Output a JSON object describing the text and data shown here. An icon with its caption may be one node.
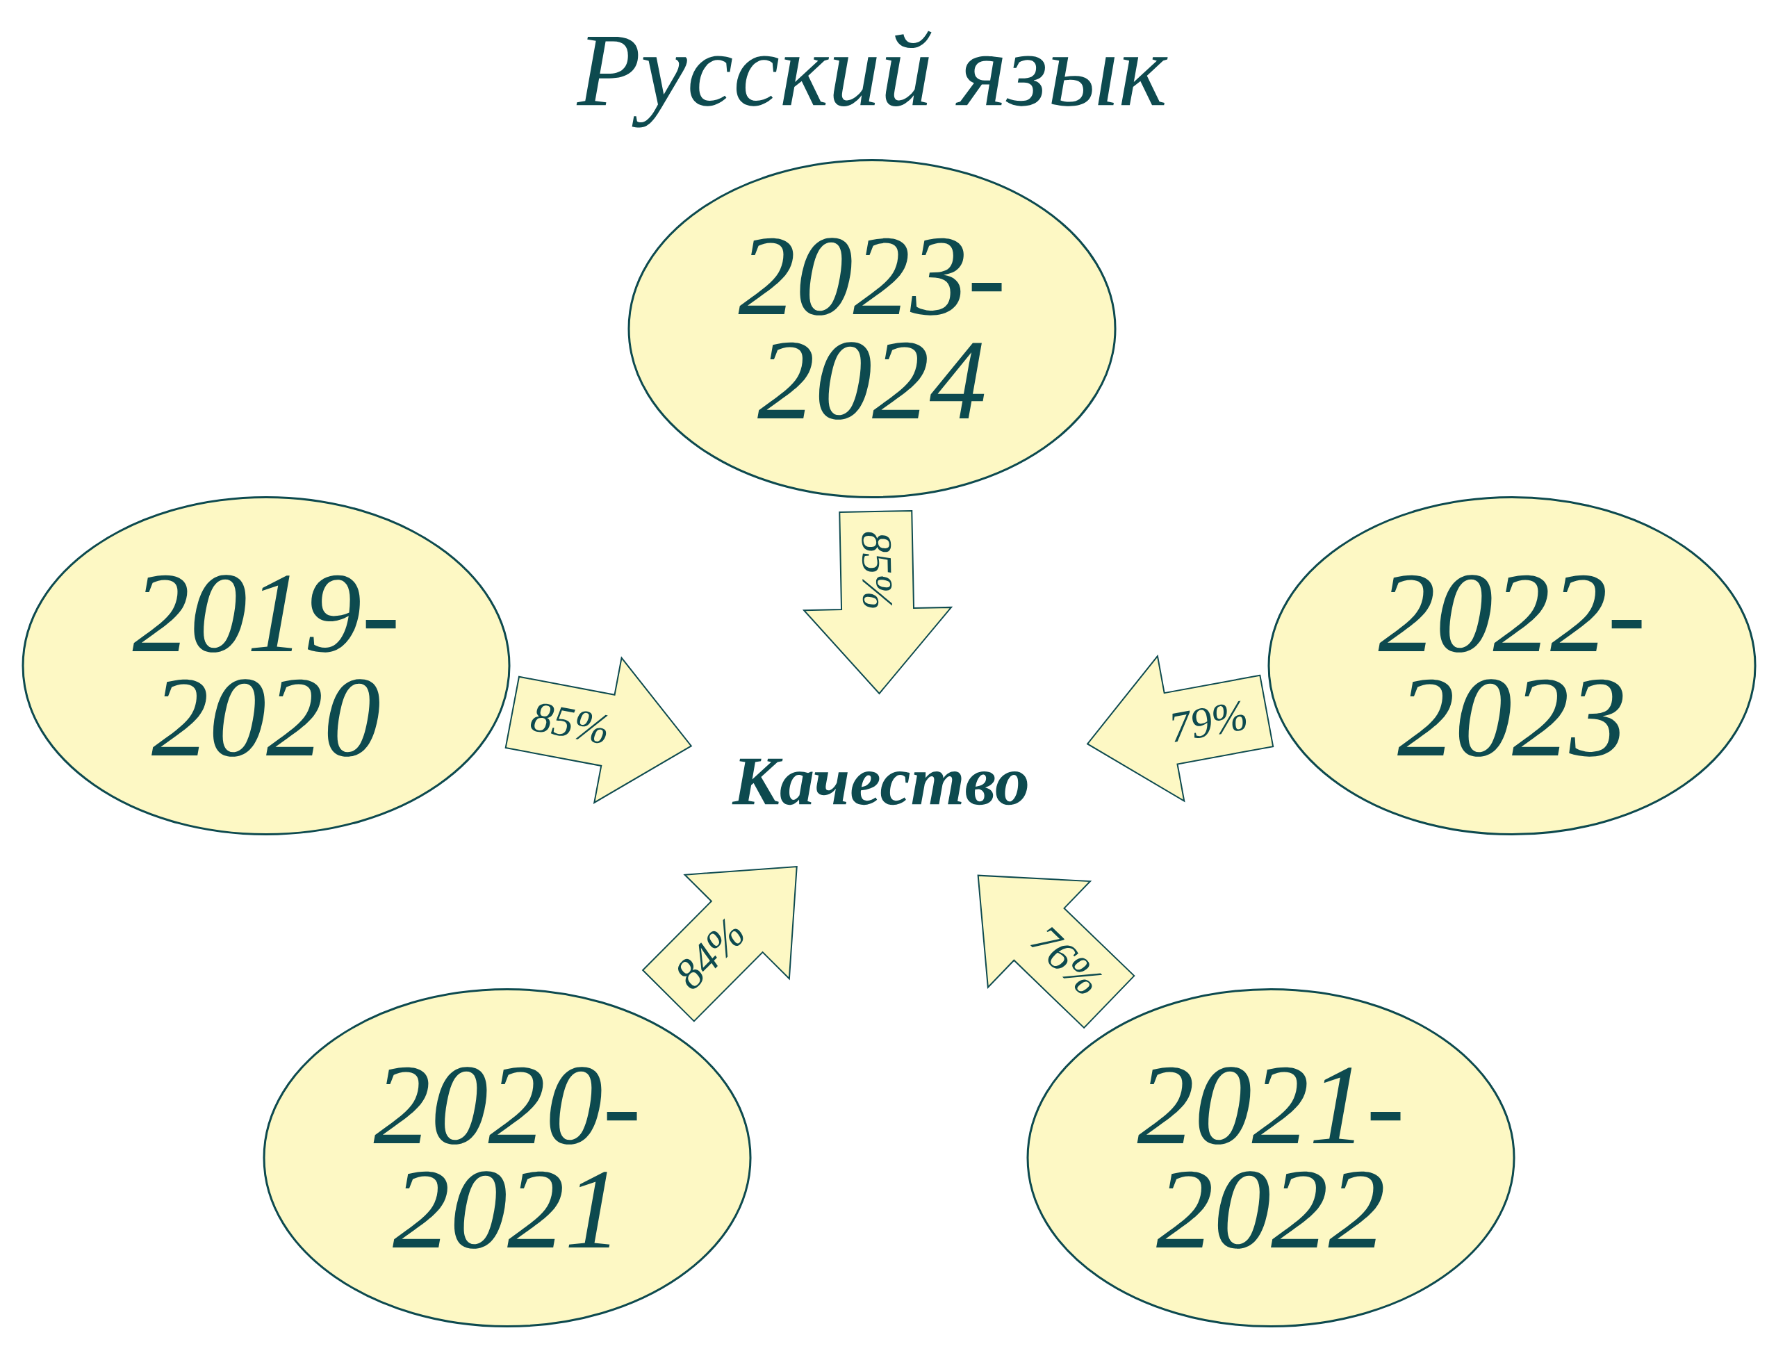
{
  "diagram": {
    "title": "Русский язык",
    "nodes": [
      {
        "text": [
          "2023- 2024"
        ]
      },
      {
        "text": [
          "2019- 2020"
        ]
      },
      {
        "text": [
          "2022- 2023"
        ]
      },
      {
        "text": [
          "Качество"
        ]
      },
      {
        "text": [
          "2020- 2021"
        ]
      },
      {
        "text": [
          "2021- 2022"
        ]
      }
    ],
    "edges": [
      {
        "from": 0,
        "to": 3,
        "arrow": "to",
        "label": "85%"
      },
      {
        "from": 1,
        "to": 3,
        "arrow": "to",
        "label": "85%"
      },
      {
        "from": 2,
        "to": 3,
        "arrow": "to",
        "label": "79%"
      },
      {
        "from": 4,
        "to": 3,
        "arrow": "to",
        "label": "84%"
      },
      {
        "from": 5,
        "to": 3,
        "arrow": "to",
        "label": "76%"
      }
    ]
  }
}
